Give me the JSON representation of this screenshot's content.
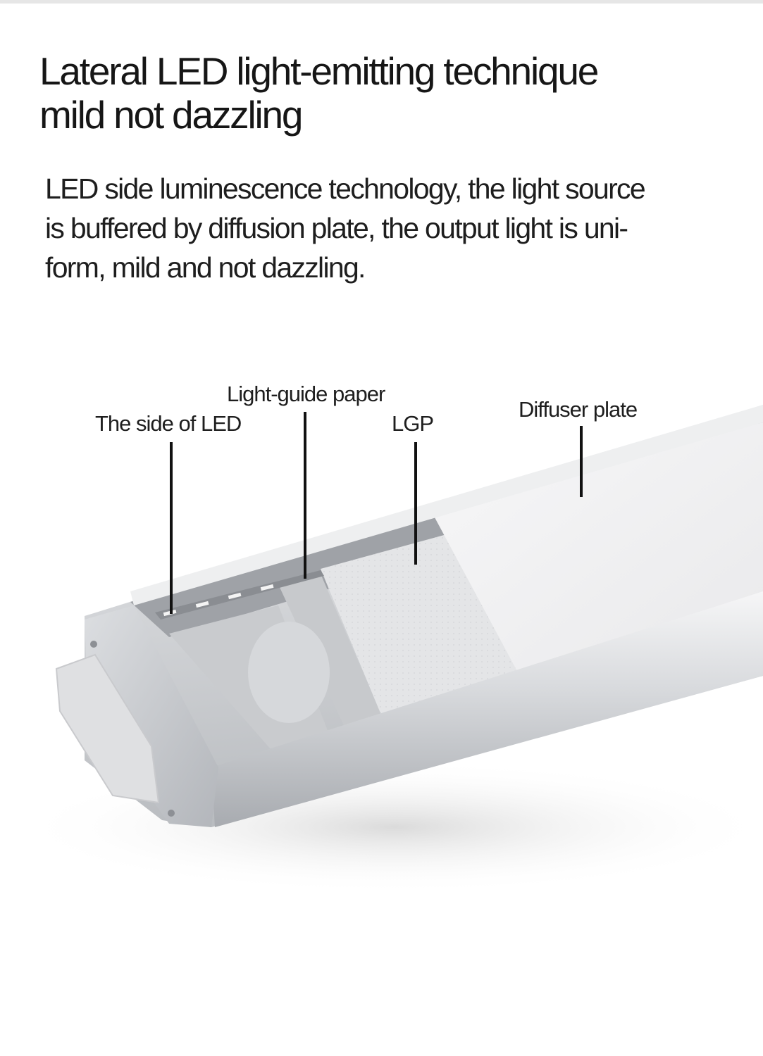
{
  "headline": {
    "line1": "Lateral LED light-emitting technique",
    "line2": "mild not dazzling"
  },
  "description": {
    "line1": "LED side luminescence technology, the light source",
    "line2": "is buffered by diffusion plate, the output light is uni-",
    "line3": "form, mild and not dazzling."
  },
  "callouts": {
    "led_side": "The side of LED",
    "light_guide_paper": "Light-guide paper",
    "lgp": "LGP",
    "diffuser_plate": "Diffuser plate"
  },
  "colors": {
    "aluminum": "#c9cbce",
    "diffuser": "#f1f1f2",
    "lgp": "#e5e6e8",
    "text": "#1a1a1a"
  }
}
